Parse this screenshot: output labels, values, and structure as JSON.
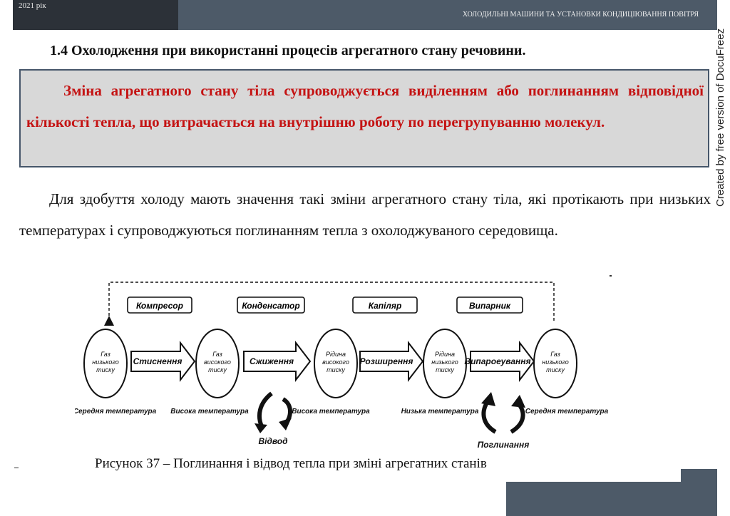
{
  "header": {
    "year": "2021 рік",
    "title": "ХОЛОДИЛЬНІ МАШИНИ ТА УСТАНОВКИ КОНДИЦІЮВАННЯ ПОВІТРЯ"
  },
  "watermark": "Created by free version of DocuFreez",
  "section": {
    "title": "1.4 Охолодження при використанні процесів агрегатного стану речовини."
  },
  "definition": "Зміна агрегатного стану тіла супроводжується виділенням або поглинанням відповідної кількості тепла, що витрачається на внутрішню роботу по перегрупуванню молекул.",
  "paragraph": "Для здобуття холоду мають значення такі зміни агрегатного стану тіла, які протікають при низьких температурах і супроводжуються поглинанням тепла з охолоджуваного середовища.",
  "figure": {
    "devices": [
      "Компресор",
      "Конденсатор",
      "Капіляр",
      "Випарник"
    ],
    "states": [
      [
        "Газ",
        "низького",
        "тиску"
      ],
      [
        "Газ",
        "високого",
        "тиску"
      ],
      [
        "Рідина",
        "високого",
        "тиску"
      ],
      [
        "Рідина",
        "низького",
        "тиску"
      ],
      [
        "Газ",
        "низького",
        "тиску"
      ]
    ],
    "processes": [
      "Стиснення",
      "Сжиження",
      "Розширення",
      "Випароеування"
    ],
    "temperatures": [
      "Середня температура",
      "Висока температура",
      "Висока температура",
      "Низька температура",
      "Середня температура"
    ],
    "heat_removal": "Відвод",
    "heat_absorption": "Поглинання",
    "caption": "Рисунок 37 – Поглинання і відвод тепла при зміні агрегатних станів"
  }
}
